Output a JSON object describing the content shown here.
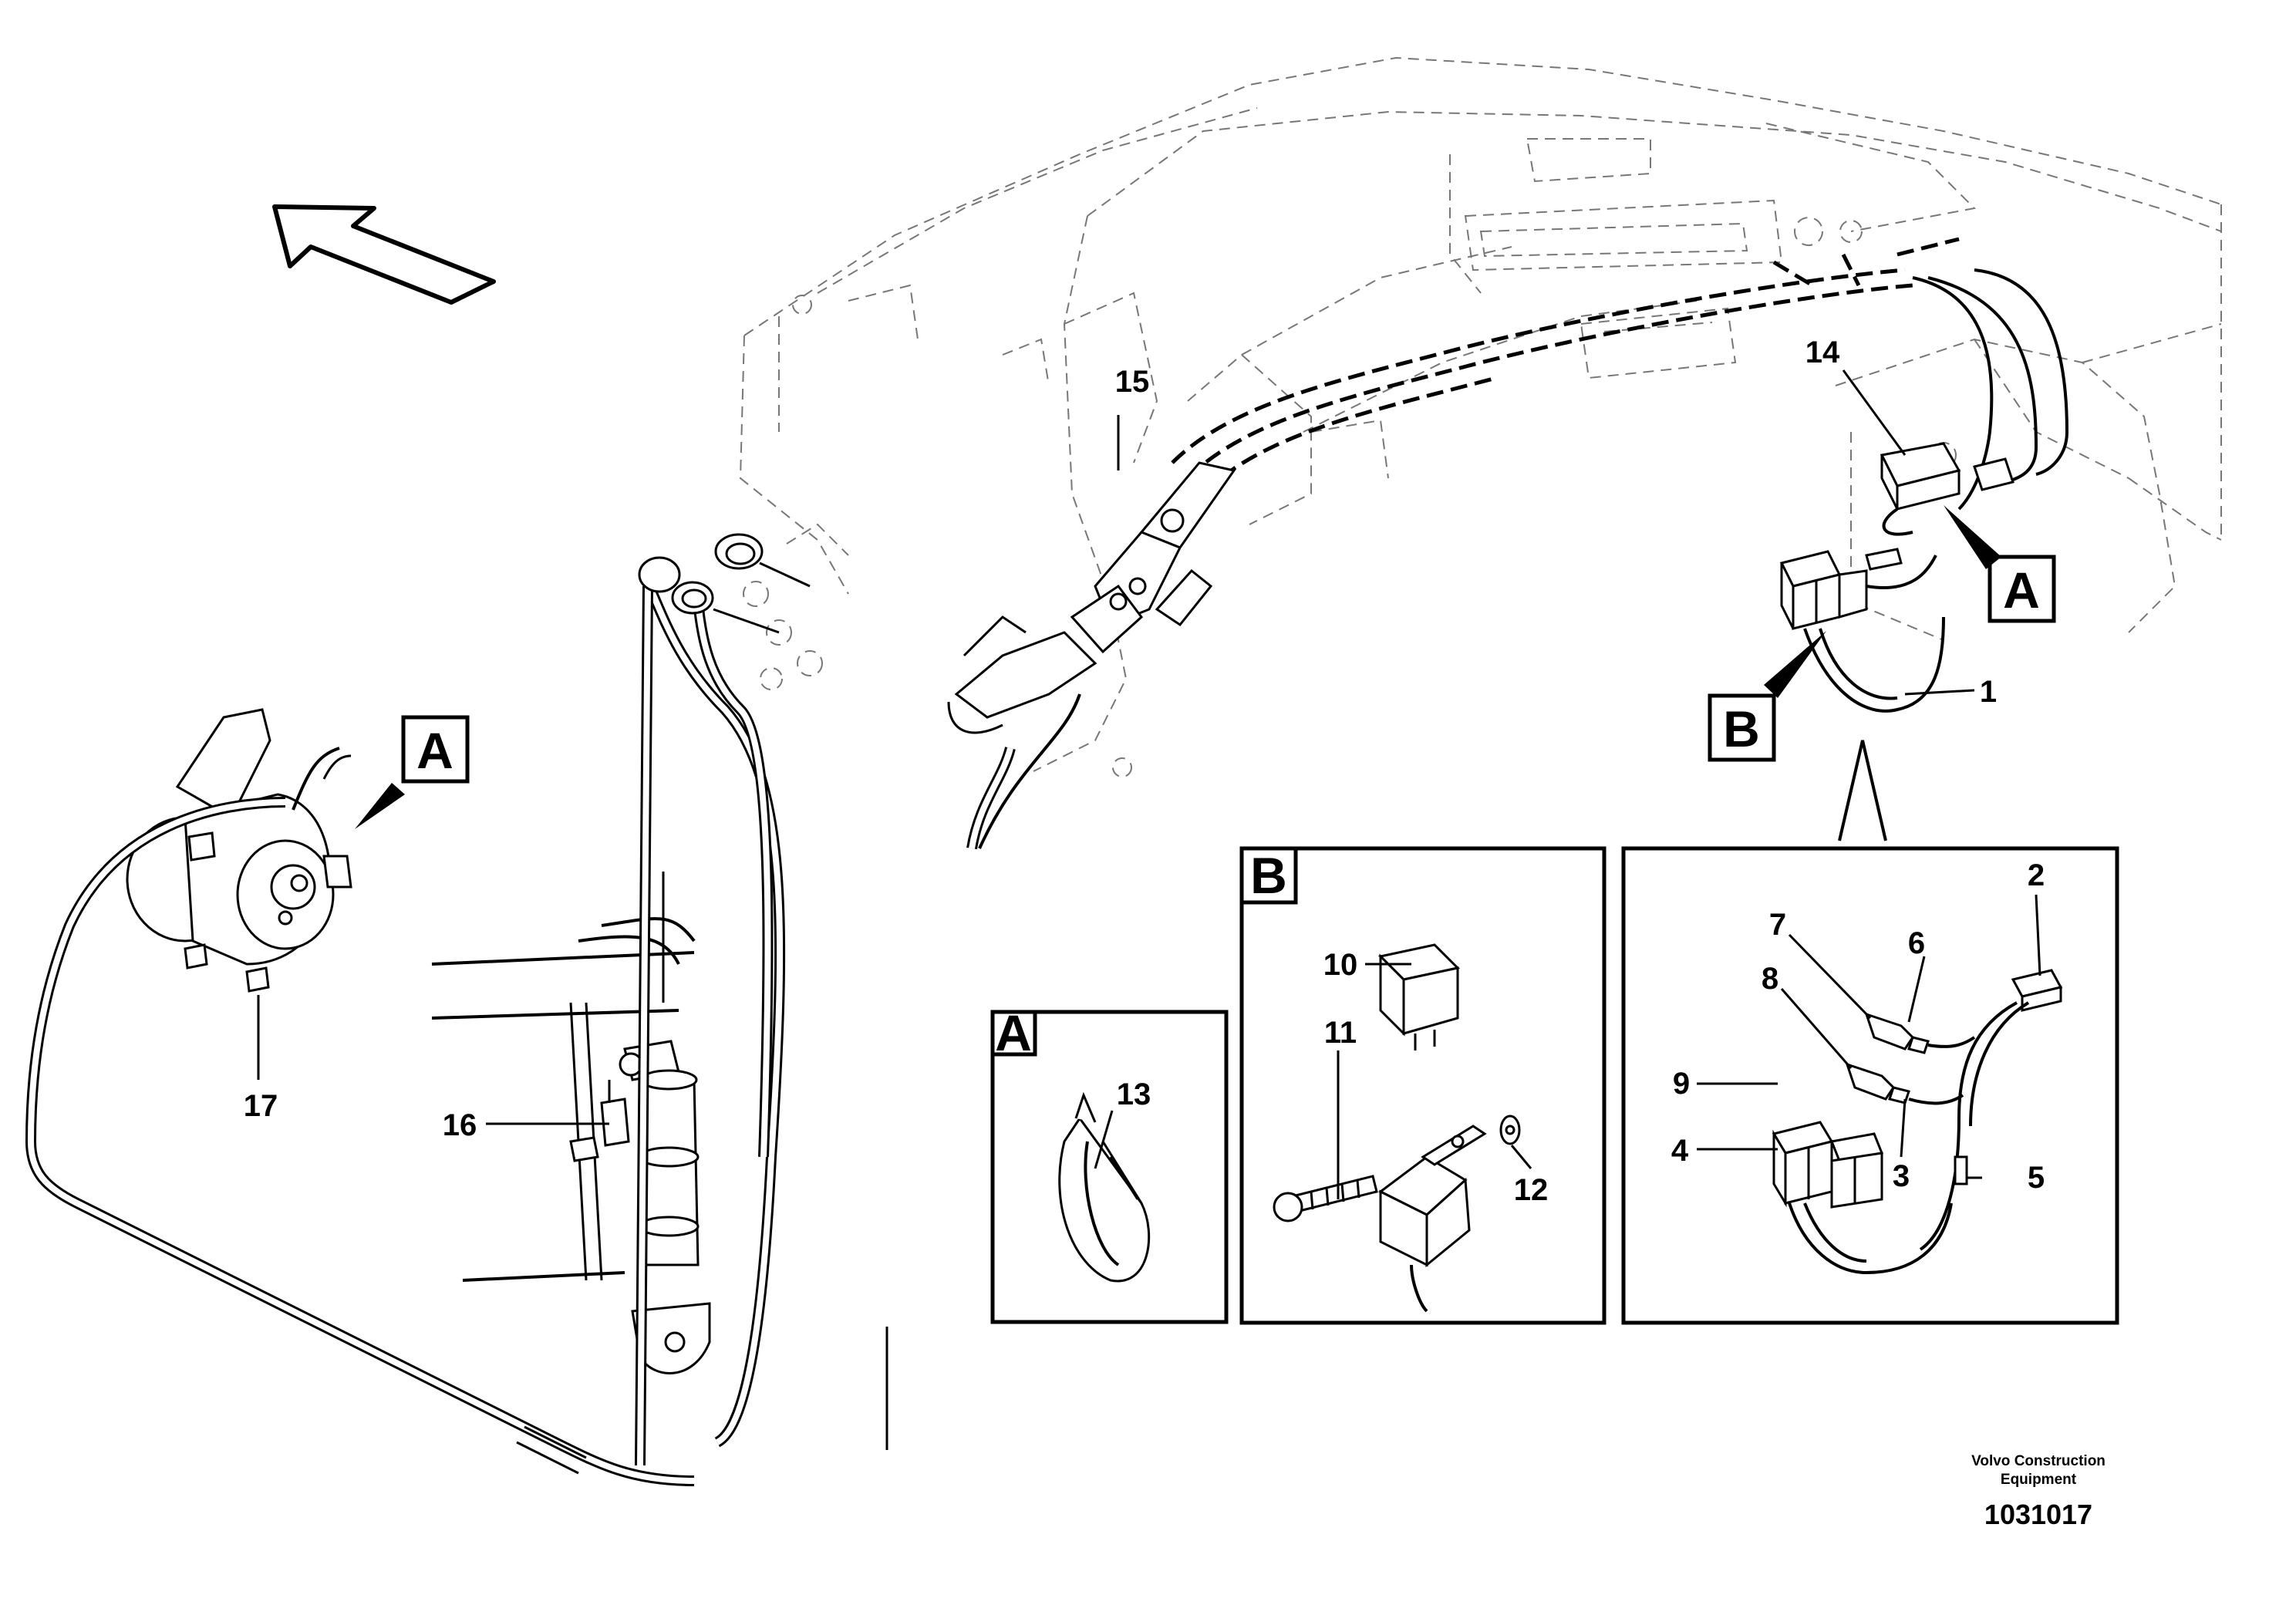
{
  "diagram": {
    "callouts": {
      "c1": "1",
      "c2": "2",
      "c3": "3",
      "c4": "4",
      "c5": "5",
      "c6": "6",
      "c7": "7",
      "c8": "8",
      "c9": "9",
      "c10": "10",
      "c11": "11",
      "c12": "12",
      "c13": "13",
      "c14": "14",
      "c15": "15",
      "c16": "16",
      "c17": "17"
    },
    "view_labels": {
      "compressor_tag": "A",
      "dash_tag_a": "A",
      "dash_tag_b": "B",
      "detail_a": "A",
      "detail_b": "B"
    },
    "icons": [
      "direction-arrow-icon"
    ]
  },
  "footer": {
    "company_line1": "Volvo Construction",
    "company_line2": "Equipment",
    "drawing_number": "1031017"
  }
}
